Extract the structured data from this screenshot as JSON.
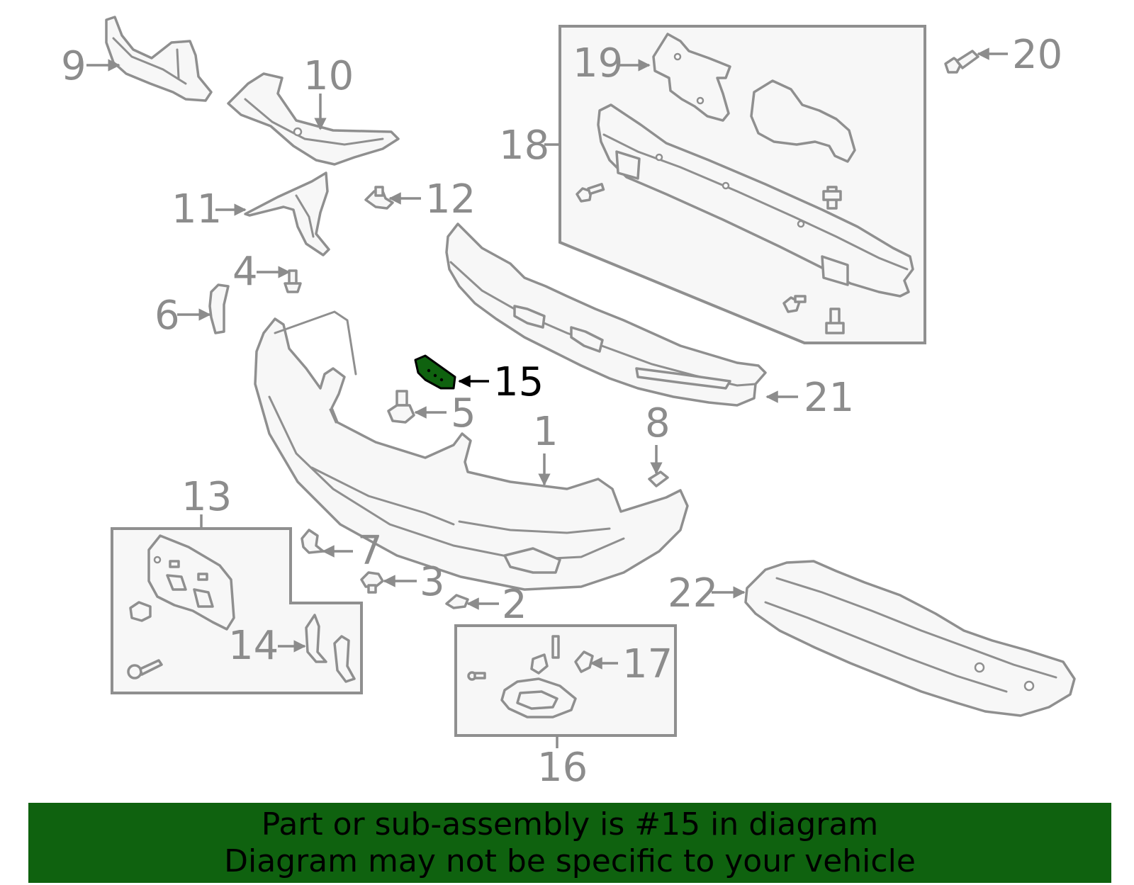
{
  "highlighted_part": "15",
  "colors": {
    "highlight": "#0f620f",
    "banner": "#0f620f",
    "parts_stroke": "#8f8f8f",
    "callout_text": "#8c8c8c"
  },
  "callouts": {
    "c1": "1",
    "c2": "2",
    "c3": "3",
    "c4": "4",
    "c5": "5",
    "c6": "6",
    "c7": "7",
    "c8": "8",
    "c9": "9",
    "c10": "10",
    "c11": "11",
    "c12": "12",
    "c13": "13",
    "c14": "14",
    "c15": "15",
    "c16": "16",
    "c17": "17",
    "c18": "18",
    "c19": "19",
    "c20": "20",
    "c21": "21",
    "c22": "22"
  },
  "banner": {
    "line1": "Part or sub-assembly is #15 in diagram",
    "line2": "Diagram may not be specific to your vehicle"
  }
}
